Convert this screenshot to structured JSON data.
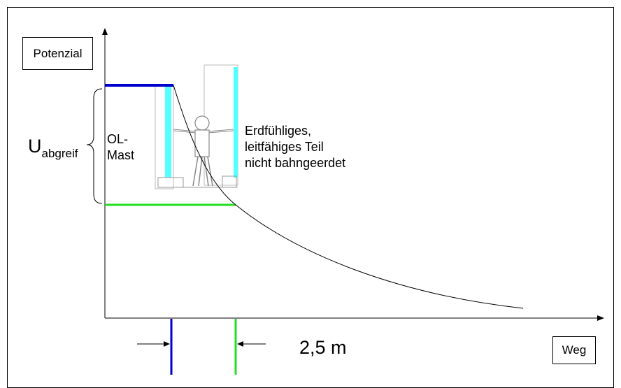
{
  "labels": {
    "y_axis": "Potenzial",
    "x_axis": "Weg",
    "mast_line1": "OL-",
    "mast_line2": "Mast",
    "part_line1": "Erdfühliges,",
    "part_line2": "leitfähiges Teil",
    "part_line3": "nicht bahngeerdet",
    "u_main": "U",
    "u_sub": "abgreif",
    "distance": "2,5 m"
  },
  "colors": {
    "mast_blue": "#0000cc",
    "part_green": "#22dd22",
    "cyan_bar": "#55ffff",
    "curve": "#000000"
  },
  "icons": [
    "person-touching-figure-icon"
  ]
}
